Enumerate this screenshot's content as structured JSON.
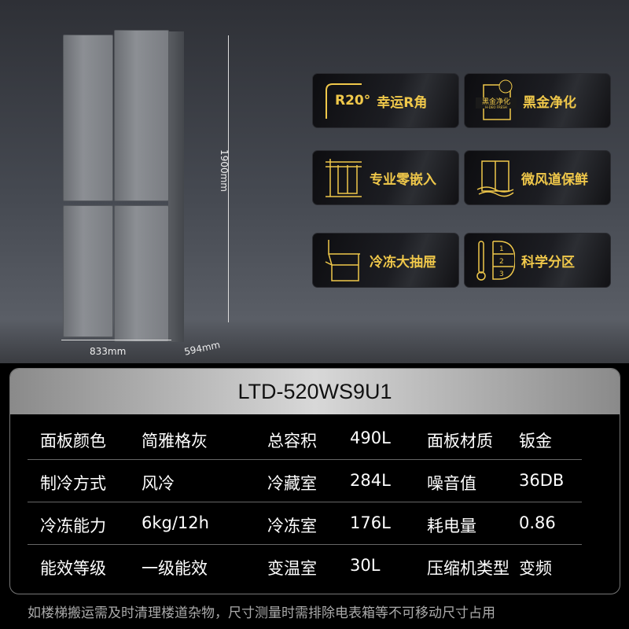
{
  "dimensions": {
    "height": "1900mm",
    "width": "833mm",
    "depth": "594mm"
  },
  "features": [
    {
      "icon": "rounded-corner-icon",
      "prefix": "R20°",
      "label": "幸运R角"
    },
    {
      "icon": "black-gold-purify-icon",
      "label": "黑金净化",
      "logo_text": "黑金净化 H-DEO FRESH"
    },
    {
      "icon": "zero-embed-icon",
      "label": "专业零嵌入"
    },
    {
      "icon": "air-duct-icon",
      "label": "微风道保鲜"
    },
    {
      "icon": "freezer-drawer-icon",
      "label": "冷冻大抽屉"
    },
    {
      "icon": "thermometer-zones-icon",
      "label": "科学分区"
    }
  ],
  "accent_color": "#f0c84a",
  "spec": {
    "model": "LTD-520WS9U1",
    "rows": [
      [
        {
          "k": "面板颜色",
          "v": "简雅格灰"
        },
        {
          "k": "总容积",
          "v": "490L"
        },
        {
          "k": "面板材质",
          "v": "钣金"
        }
      ],
      [
        {
          "k": "制冷方式",
          "v": "风冷"
        },
        {
          "k": "冷藏室",
          "v": "284L"
        },
        {
          "k": "噪音值",
          "v": "36DB"
        }
      ],
      [
        {
          "k": "冷冻能力",
          "v": "6kg/12h"
        },
        {
          "k": "冷冻室",
          "v": "176L"
        },
        {
          "k": "耗电量",
          "v": "0.86"
        }
      ],
      [
        {
          "k": "能效等级",
          "v": "一级能效"
        },
        {
          "k": "变温室",
          "v": "30L"
        },
        {
          "k": "压缩机类型",
          "v": "变频"
        }
      ]
    ]
  },
  "note": "如楼梯搬运需及时清理楼道杂物，尺寸测量时需排除电表箱等不可移动尺寸占用"
}
